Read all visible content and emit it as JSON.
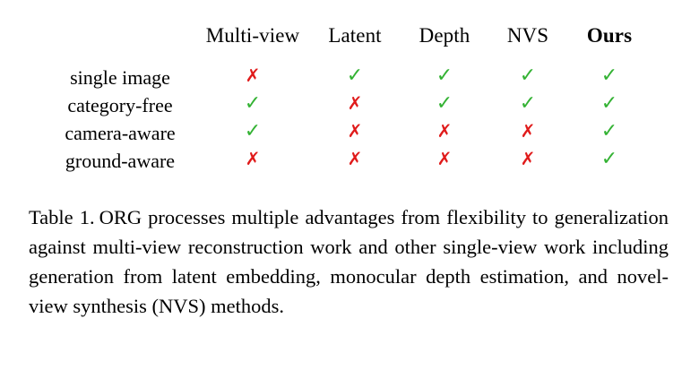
{
  "table": {
    "columns": [
      {
        "key": "label",
        "label": "",
        "bold": false
      },
      {
        "key": "multiview",
        "label": "Multi-view",
        "bold": false
      },
      {
        "key": "latent",
        "label": "Latent",
        "bold": false
      },
      {
        "key": "depth",
        "label": "Depth",
        "bold": false
      },
      {
        "key": "nvs",
        "label": "NVS",
        "bold": false
      },
      {
        "key": "ours",
        "label": "Ours",
        "bold": true
      }
    ],
    "rows": [
      {
        "label": "single image",
        "cells": [
          "no",
          "yes",
          "yes",
          "yes",
          "yes"
        ]
      },
      {
        "label": "category-free",
        "cells": [
          "yes",
          "no",
          "yes",
          "yes",
          "yes"
        ]
      },
      {
        "label": "camera-aware",
        "cells": [
          "yes",
          "no",
          "no",
          "no",
          "yes"
        ]
      },
      {
        "label": "ground-aware",
        "cells": [
          "no",
          "no",
          "no",
          "no",
          "yes"
        ]
      }
    ],
    "glyphs": {
      "yes": "✓",
      "no": "✗"
    },
    "colors": {
      "yes": "#33b233",
      "no": "#e01b1b",
      "rule": "#1a1a1a",
      "midrule": "#333333",
      "text": "#000000",
      "background": "#ffffff"
    }
  },
  "caption": {
    "label": "Table 1.",
    "text": "ORG processes multiple advantages from flexibility to generalization against multi-view reconstruction work and other single-view work including generation from latent embedding, monocular depth estimation, and novel-view synthesis (NVS) methods."
  }
}
